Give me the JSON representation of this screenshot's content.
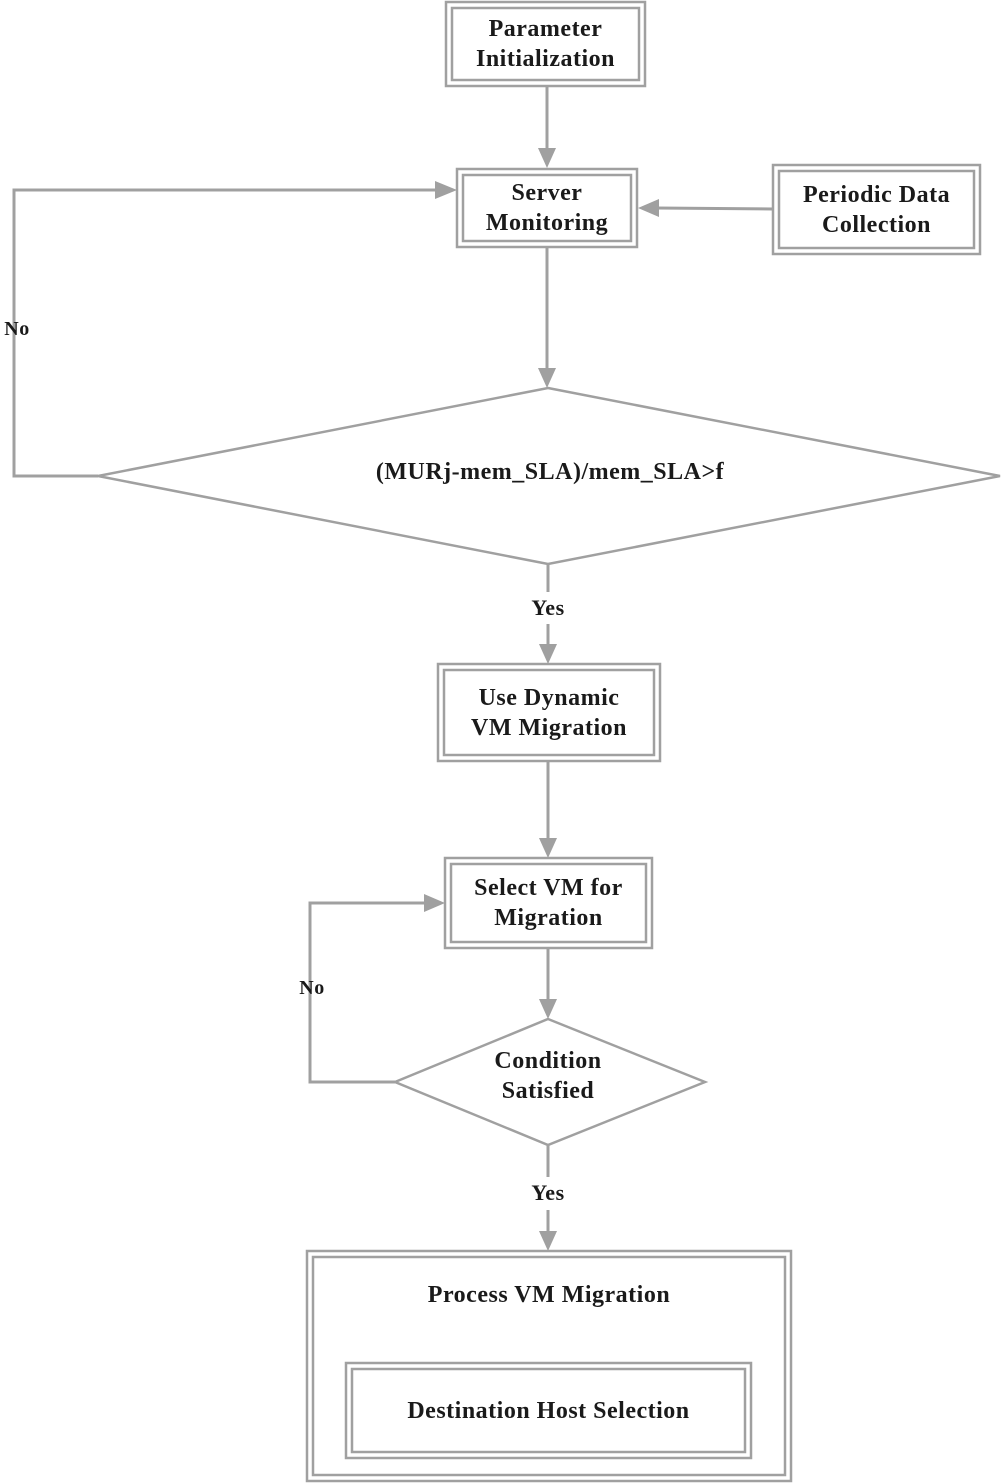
{
  "nodes": {
    "parameter_initialization": "Parameter\nInitialization",
    "server_monitoring": "Server\nMonitoring",
    "periodic_data_collection": "Periodic Data\nCollection",
    "threshold_decision": "(MURj-mem_SLA)/mem_SLA>f",
    "dynamic_vm_migration": "Use Dynamic\nVM Migration",
    "select_vm": "Select VM for\nMigration",
    "condition_satisfied": "Condition\nSatisfied",
    "process_vm_migration": "Process VM Migration",
    "destination_host_selection": "Destination Host Selection"
  },
  "edges": {
    "threshold_no": "No",
    "threshold_yes": "Yes",
    "condition_no": "No",
    "condition_yes": "Yes"
  }
}
